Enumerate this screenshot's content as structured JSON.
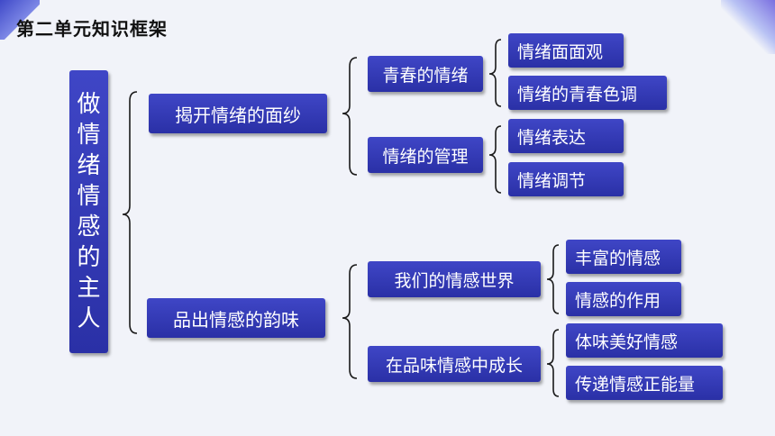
{
  "title": "第二单元知识框架",
  "root": [
    "做",
    "情",
    "绪",
    "情",
    "感",
    "的",
    "主",
    "人"
  ],
  "branches": [
    {
      "label": "揭开情绪的面纱",
      "children": [
        {
          "label": "青春的情绪",
          "items": [
            "情绪面面观",
            "情绪的青春色调"
          ]
        },
        {
          "label": "情绪的管理",
          "items": [
            "情绪表达",
            "情绪调节"
          ]
        }
      ]
    },
    {
      "label": "品出情感的韵味",
      "children": [
        {
          "label": "我们的情感世界",
          "items": [
            "丰富的情感",
            "情感的作用"
          ]
        },
        {
          "label": "在品味情感中成长",
          "items": [
            "体味美好情感",
            "传递情感正能量"
          ]
        }
      ]
    }
  ],
  "colors": {
    "box": "#3a40bf",
    "text": "#ffffff",
    "background": "#f1f3f9"
  }
}
